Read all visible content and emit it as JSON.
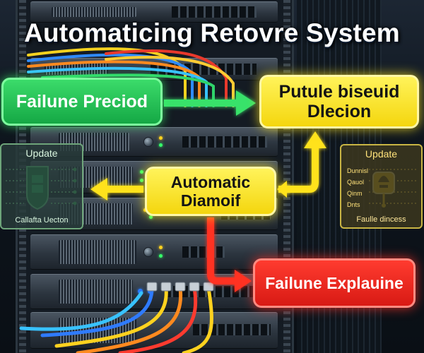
{
  "title": "Automaticing Retovre System",
  "boxes": {
    "failure_predict": "Failune Preciod",
    "predict_decision_line1": "Putule biseuid",
    "predict_decision_line2": "Dlecion",
    "automatic_line1": "Automatic",
    "automatic_line2": "Diamoif",
    "failure_explain": "Failune Explauine"
  },
  "panels": {
    "left": {
      "title": "Update",
      "footer": "Callafta Uecton"
    },
    "right": {
      "title": "Update",
      "rows": [
        "Dunnisl",
        "Qauol",
        "Qinm",
        "Dnts"
      ],
      "footer": "Faulle dincess"
    }
  },
  "colors": {
    "green": "#22c55e",
    "yellow": "#f9e11a",
    "red": "#ef2b22",
    "cable_blue": "#2f7bff",
    "cable_orange": "#ff8a1f"
  }
}
